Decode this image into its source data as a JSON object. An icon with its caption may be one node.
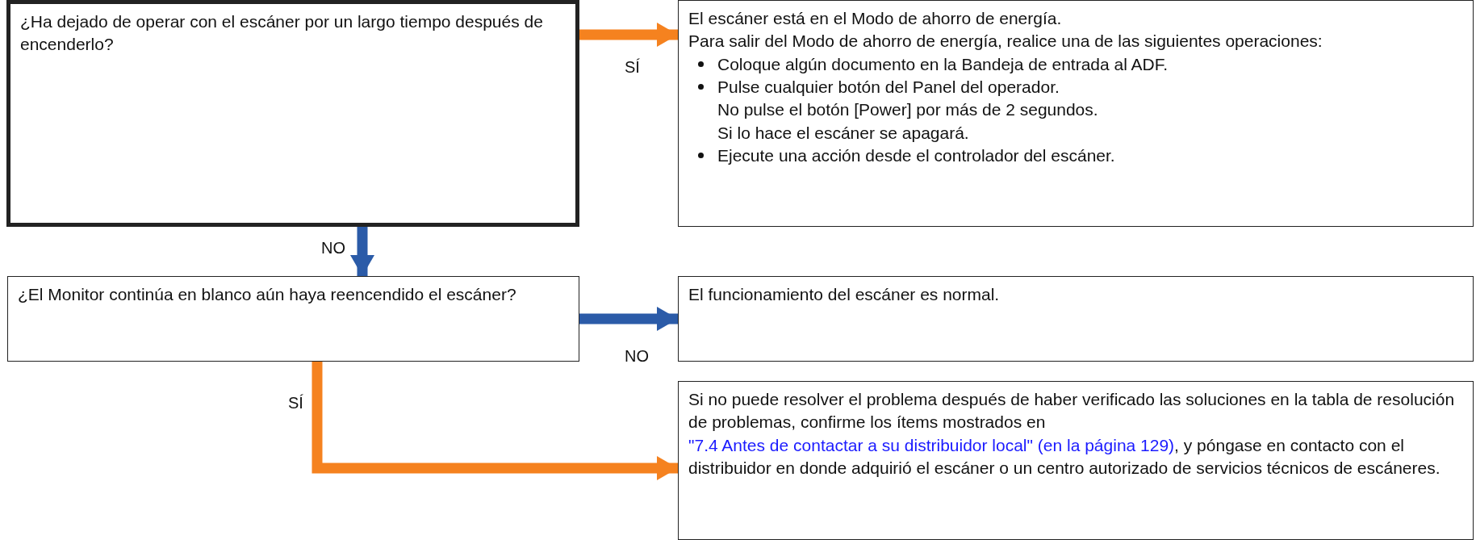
{
  "diagram": {
    "nodes": [
      {
        "text": [
          "¿Ha dejado de operar con el escáner por un largo tiempo después de encenderlo?"
        ]
      },
      {
        "text": [
          "El escáner está en el Modo de ahorro de energía.",
          "Para salir del Modo de ahorro de energía, realice una de las siguientes operaciones:",
          "Coloque algún documento en la Bandeja de entrada al ADF.",
          "Pulse cualquier botón del Panel del operador.",
          "No pulse el botón [Power] por más de 2 segundos.",
          "Si lo hace el escáner se apagará.",
          "Ejecute una acción desde el controlador del escáner."
        ]
      },
      {
        "text": [
          "¿El Monitor continúa en blanco aún haya reencendido el escáner?"
        ]
      },
      {
        "text": [
          "El funcionamiento del escáner es normal."
        ]
      },
      {
        "text": [
          "Si no puede resolver el problema después de haber verificado las soluciones en la tabla de resolución de problemas, confirme los ítems mostrados en",
          "\"7.4 Antes de contactar a su distribuidor local\" (en la página 129)",
          ", y póngase en contacto con el distribuidor en donde adquirió el escáner o un centro autorizado de servicios técnicos de escáneres."
        ]
      }
    ],
    "edges": [
      {
        "from": 0,
        "to": 1,
        "arrow": "to",
        "label": "SÍ",
        "color": "#f5821f"
      },
      {
        "from": 0,
        "to": 2,
        "arrow": "to",
        "label": "NO",
        "color": "#2b5ba8"
      },
      {
        "from": 2,
        "to": 3,
        "arrow": "to",
        "label": "NO",
        "color": "#2b5ba8"
      },
      {
        "from": 2,
        "to": 4,
        "arrow": "to",
        "label": "SÍ",
        "color": "#f5821f"
      }
    ]
  }
}
